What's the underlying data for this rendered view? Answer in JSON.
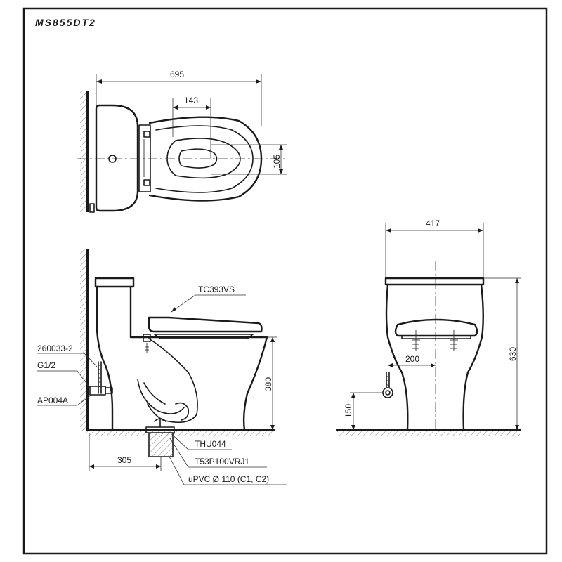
{
  "model": "MS855DT2",
  "top_view": {
    "overall_depth": "695",
    "seat_opening_offset": "143",
    "outlet_offset": "105"
  },
  "side_view": {
    "seat_part": "TC393VS",
    "valve_part": "260033-2",
    "supply_thread": "G1/2",
    "angle_valve_part": "AP004A",
    "seat_height": "380",
    "rough_in": "305",
    "flange_part": "THU044",
    "outlet_part": "T53P100VRJ1",
    "drain_pipe": "uPVC Ø 110 (C1, C2)"
  },
  "front_view": {
    "overall_width": "417",
    "overall_height": "630",
    "supply_height": "150",
    "supply_offset": "200"
  },
  "colors": {
    "line": "#1a1a1a",
    "paper": "#ffffff"
  }
}
